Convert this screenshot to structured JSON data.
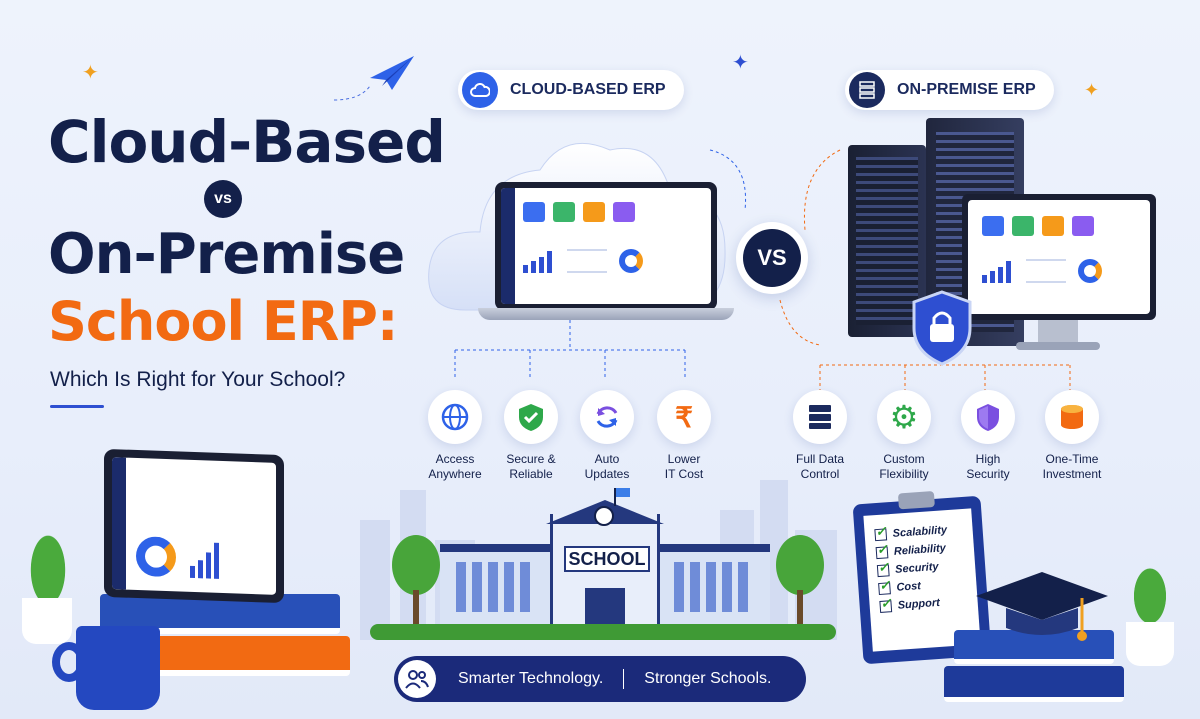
{
  "title": {
    "line1": "Cloud-Based",
    "vs_small": "vs",
    "line2": "On-Premise",
    "line3": "School ERP:",
    "subtitle": "Which Is Right for Your School?"
  },
  "cloud_pill": {
    "label": "CLOUD-BASED ERP",
    "icon": "cloud-icon"
  },
  "onprem_pill": {
    "label": "ON-PREMISE ERP",
    "icon": "server-icon"
  },
  "vs_center": "VS",
  "cloud_features": [
    {
      "line1": "Access",
      "line2": "Anywhere",
      "icon": "globe-icon"
    },
    {
      "line1": "Secure &",
      "line2": "Reliable",
      "icon": "shield-check-icon"
    },
    {
      "line1": "Auto",
      "line2": "Updates",
      "icon": "refresh-icon"
    },
    {
      "line1": "Lower",
      "line2": "IT Cost",
      "icon": "rupee-icon"
    }
  ],
  "onprem_features": [
    {
      "line1": "Full Data",
      "line2": "Control",
      "icon": "server-stack-icon"
    },
    {
      "line1": "Custom",
      "line2": "Flexibility",
      "icon": "gear-icon"
    },
    {
      "line1": "High",
      "line2": "Security",
      "icon": "shield-icon"
    },
    {
      "line1": "One-Time",
      "line2": "Investment",
      "icon": "coins-icon"
    }
  ],
  "school_sign": "SCHOOL",
  "checklist": [
    "Scalability",
    "Reliability",
    "Security",
    "Cost",
    "Support"
  ],
  "banner": {
    "left": "Smarter Technology.",
    "right": "Stronger Schools.",
    "icon": "users-icon"
  },
  "colors": {
    "navy": "#13204a",
    "orange": "#f26a12",
    "blue": "#2e4fd1"
  }
}
